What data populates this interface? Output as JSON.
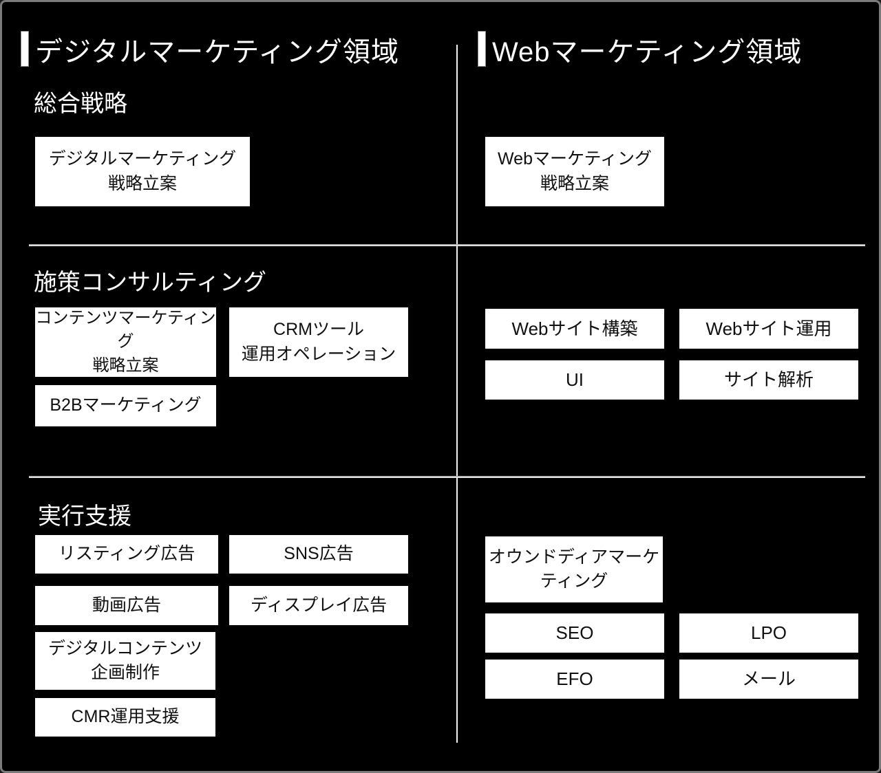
{
  "canvas": {
    "background_color": "#000000",
    "border_color": "#7b7b7b",
    "divider_color": "#f5f5f5",
    "box_bg_color": "#ffffff",
    "box_text_color": "#101010"
  },
  "left": {
    "header": "デジタルマーケティング領域",
    "section1": {
      "label": "総合戦略",
      "box1": "デジタルマーケティング\n戦略立案"
    },
    "section2": {
      "label": "施策コンサルティング",
      "box1": "コンテンツマーケティング\n戦略立案",
      "box2": "CRMツール\n運用オペレーション",
      "box3": "B2Bマーケティング"
    },
    "section3": {
      "label": "実行支援",
      "box1": "リスティング広告",
      "box2": "SNS広告",
      "box3": "動画広告",
      "box4": "ディスプレイ広告",
      "box5": "デジタルコンテンツ\n企画制作",
      "box6": "CMR運用支援"
    }
  },
  "right": {
    "header": "Webマーケティング領域",
    "section1": {
      "box1": "Webマーケティング\n戦略立案"
    },
    "section2": {
      "box1": "Webサイト構築",
      "box2": "Webサイト運用",
      "box3": "UI",
      "box4": "サイト解析"
    },
    "section3": {
      "box1": "オウンドディアマーケ\nティング",
      "box2": "SEO",
      "box3": "LPO",
      "box4": "EFO",
      "box5": "メール"
    }
  }
}
